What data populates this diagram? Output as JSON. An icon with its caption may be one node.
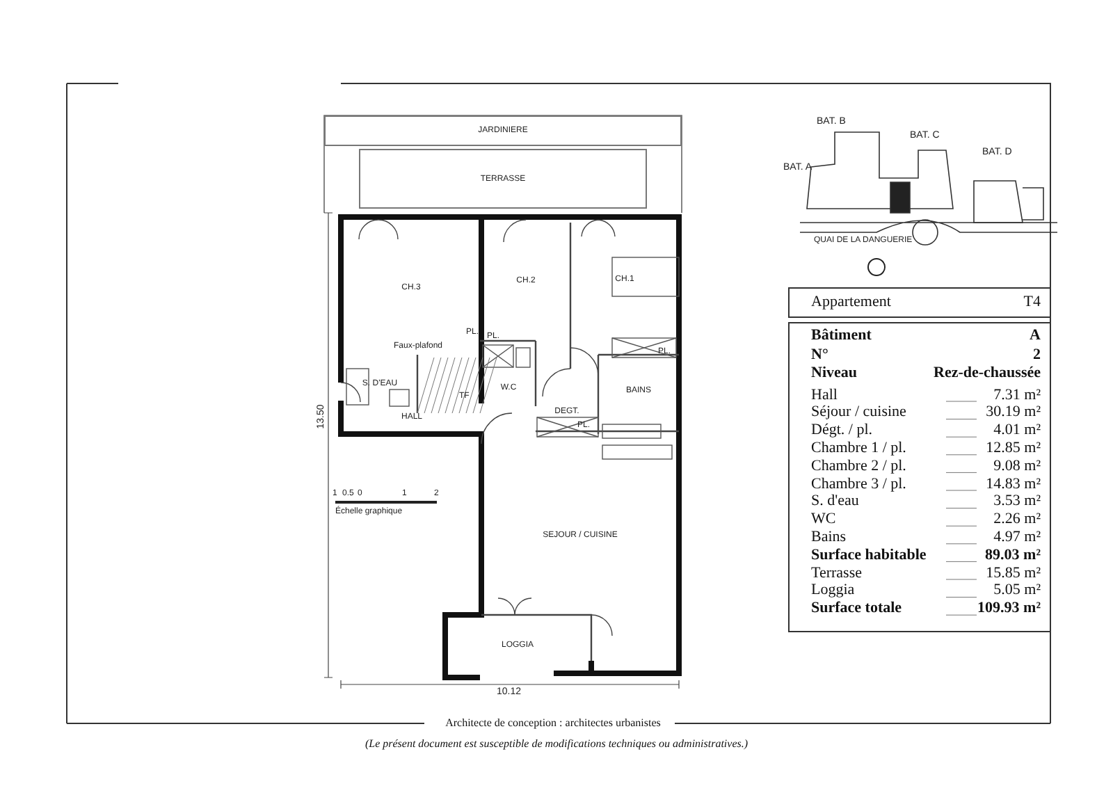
{
  "diagram": {
    "caption": "(Le présent document est susceptible de modifications techniques ou administratives.)",
    "nodes": [
      {
        "text": [
          "JARDINIERE"
        ]
      },
      {
        "text": [
          "TERRASSE"
        ]
      },
      {
        "text": [
          "CH.3"
        ]
      },
      {
        "text": [
          "CH.2"
        ]
      },
      {
        "text": [
          "CH.1"
        ]
      },
      {
        "text": [
          "S. D'EAU"
        ]
      },
      {
        "text": [
          "W.C"
        ]
      },
      {
        "text": [
          "BAINS"
        ]
      },
      {
        "text": [
          "HALL"
        ]
      },
      {
        "text": [
          "DEGT."
        ]
      },
      {
        "text": [
          "SEJOUR / CUISINE"
        ]
      },
      {
        "text": [
          "LOGGIA"
        ]
      }
    ],
    "edges": [],
    "labels": [
      "Faux-plafond",
      "PL.",
      "PL.",
      "PL.",
      "TF",
      "PL.",
      "13.50",
      "10.12",
      "1",
      "0.5",
      "0",
      "1",
      "2",
      "Échelle graphique",
      "BAT. B",
      "BAT. C",
      "BAT. D",
      "BAT. A",
      "QUAI DE LA DANGUERIE",
      "Appartement",
      "T4",
      "Bâtiment",
      "A",
      "N°",
      "2",
      "Niveau",
      "Rez-de-chaussée",
      "Hall",
      "7.31 m²",
      "Séjour / cuisine",
      "30.19 m²",
      "Dégt. / pl.",
      "4.01 m²",
      "Chambre 1 / pl.",
      "12.85 m²",
      "Chambre 2 / pl.",
      "9.08 m²",
      "Chambre 3 / pl.",
      "14.83 m²",
      "S. d'eau",
      "3.53 m²",
      "WC",
      "2.26 m²",
      "Bains",
      "4.97 m²",
      "Surface habitable",
      "89.03 m²",
      "Terrasse",
      "15.85 m²",
      "Loggia",
      "5.05 m²",
      "Surface totale",
      "109.93 m²",
      "Architecte de conception : architectes urbanistes"
    ]
  }
}
